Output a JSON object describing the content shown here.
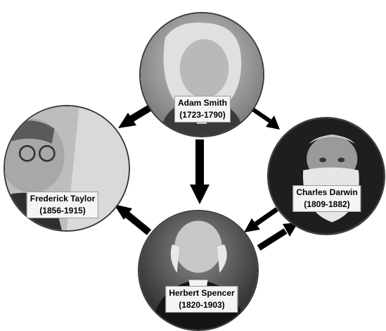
{
  "people": {
    "smith": {
      "name": "Adam Smith",
      "years": "(1723-1790)"
    },
    "taylor": {
      "name": "Frederick Taylor",
      "years": "(1856-1915)"
    },
    "darwin": {
      "name": "Charles Darwin",
      "years": "(1809-1882)"
    },
    "spencer": {
      "name": "Herbert Spencer",
      "years": "(1820-1903)"
    }
  },
  "colors": {
    "arrow": "#000000",
    "label_bg": "#f4f4f4",
    "portrait_dark": "#2b2b2b",
    "portrait_light": "#d8d8d8"
  }
}
